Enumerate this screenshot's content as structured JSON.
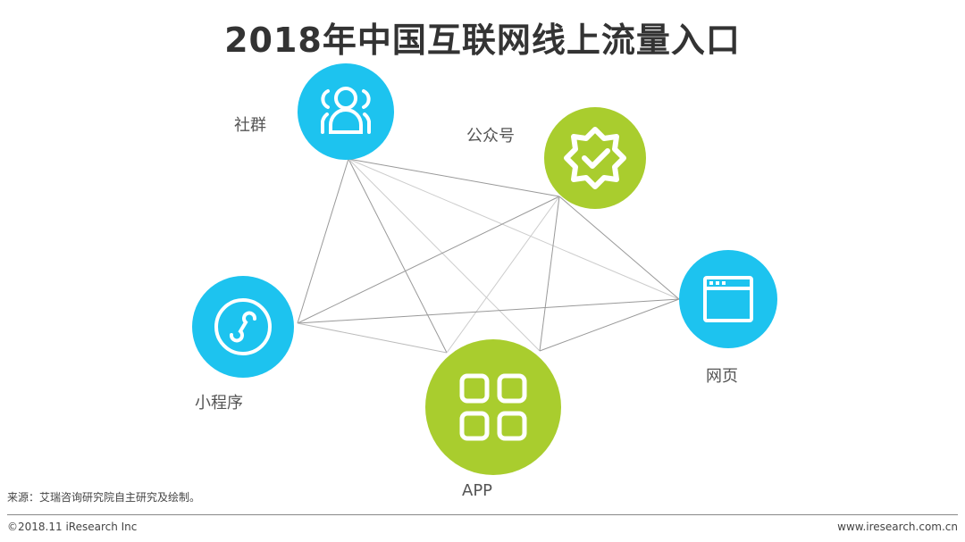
{
  "title": "2018年中国互联网线上流量入口",
  "nodes": {
    "community": {
      "label": "社群",
      "icon": "people-group-icon",
      "color": "#1dc3ef"
    },
    "official_account": {
      "label": "公众号",
      "icon": "verified-badge-icon",
      "color": "#a9cd2e"
    },
    "web": {
      "label": "网页",
      "icon": "browser-window-icon",
      "color": "#1dc3ef"
    },
    "mini_program": {
      "label": "小程序",
      "icon": "mini-program-icon",
      "color": "#1dc3ef"
    },
    "app": {
      "label": "APP",
      "icon": "app-grid-icon",
      "color": "#a9cd2e"
    }
  },
  "footer": {
    "source": "来源：艾瑞咨询研究院自主研究及绘制。",
    "copyright": "©2018.11 iResearch Inc",
    "website": "www.iresearch.com.cn"
  }
}
